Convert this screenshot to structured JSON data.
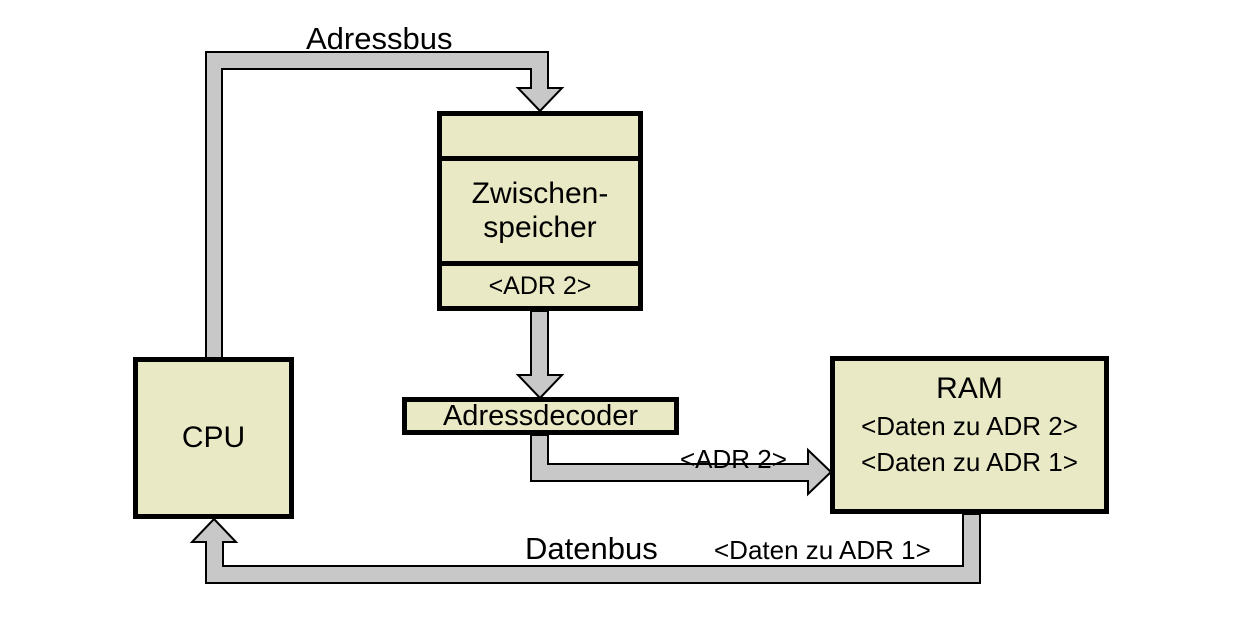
{
  "diagram": {
    "title": "Speicherzugriff Adressbus Datenbus",
    "colors": {
      "box_fill": "#E9E9C6",
      "box_border": "#000000",
      "bus_fill": "#C8C8C8",
      "bus_outline": "#000000",
      "background": "#FFFFFF",
      "text": "#000000"
    },
    "blocks": {
      "cpu": {
        "label": "CPU"
      },
      "buffer": {
        "empty_cell": "",
        "label": "Zwischen-\nspeicher",
        "address_value": "<ADR 2>"
      },
      "decoder": {
        "label": "Adressdecoder"
      },
      "ram": {
        "title": "RAM",
        "lines": [
          "<Daten zu ADR 2>",
          "<Daten zu ADR 1>"
        ]
      }
    },
    "buses": {
      "address_bus": {
        "label": "Adressbus",
        "from": "CPU",
        "to": "Zwischenspeicher"
      },
      "data_bus": {
        "label": "Datenbus",
        "payload": "<Daten zu ADR 1>",
        "from": "RAM",
        "to": "CPU"
      },
      "decoder_to_ram": {
        "label": "<ADR 2>",
        "from": "Adressdecoder",
        "to": "RAM"
      },
      "buffer_to_decoder": {
        "from": "Zwischenspeicher",
        "to": "Adressdecoder"
      }
    }
  }
}
